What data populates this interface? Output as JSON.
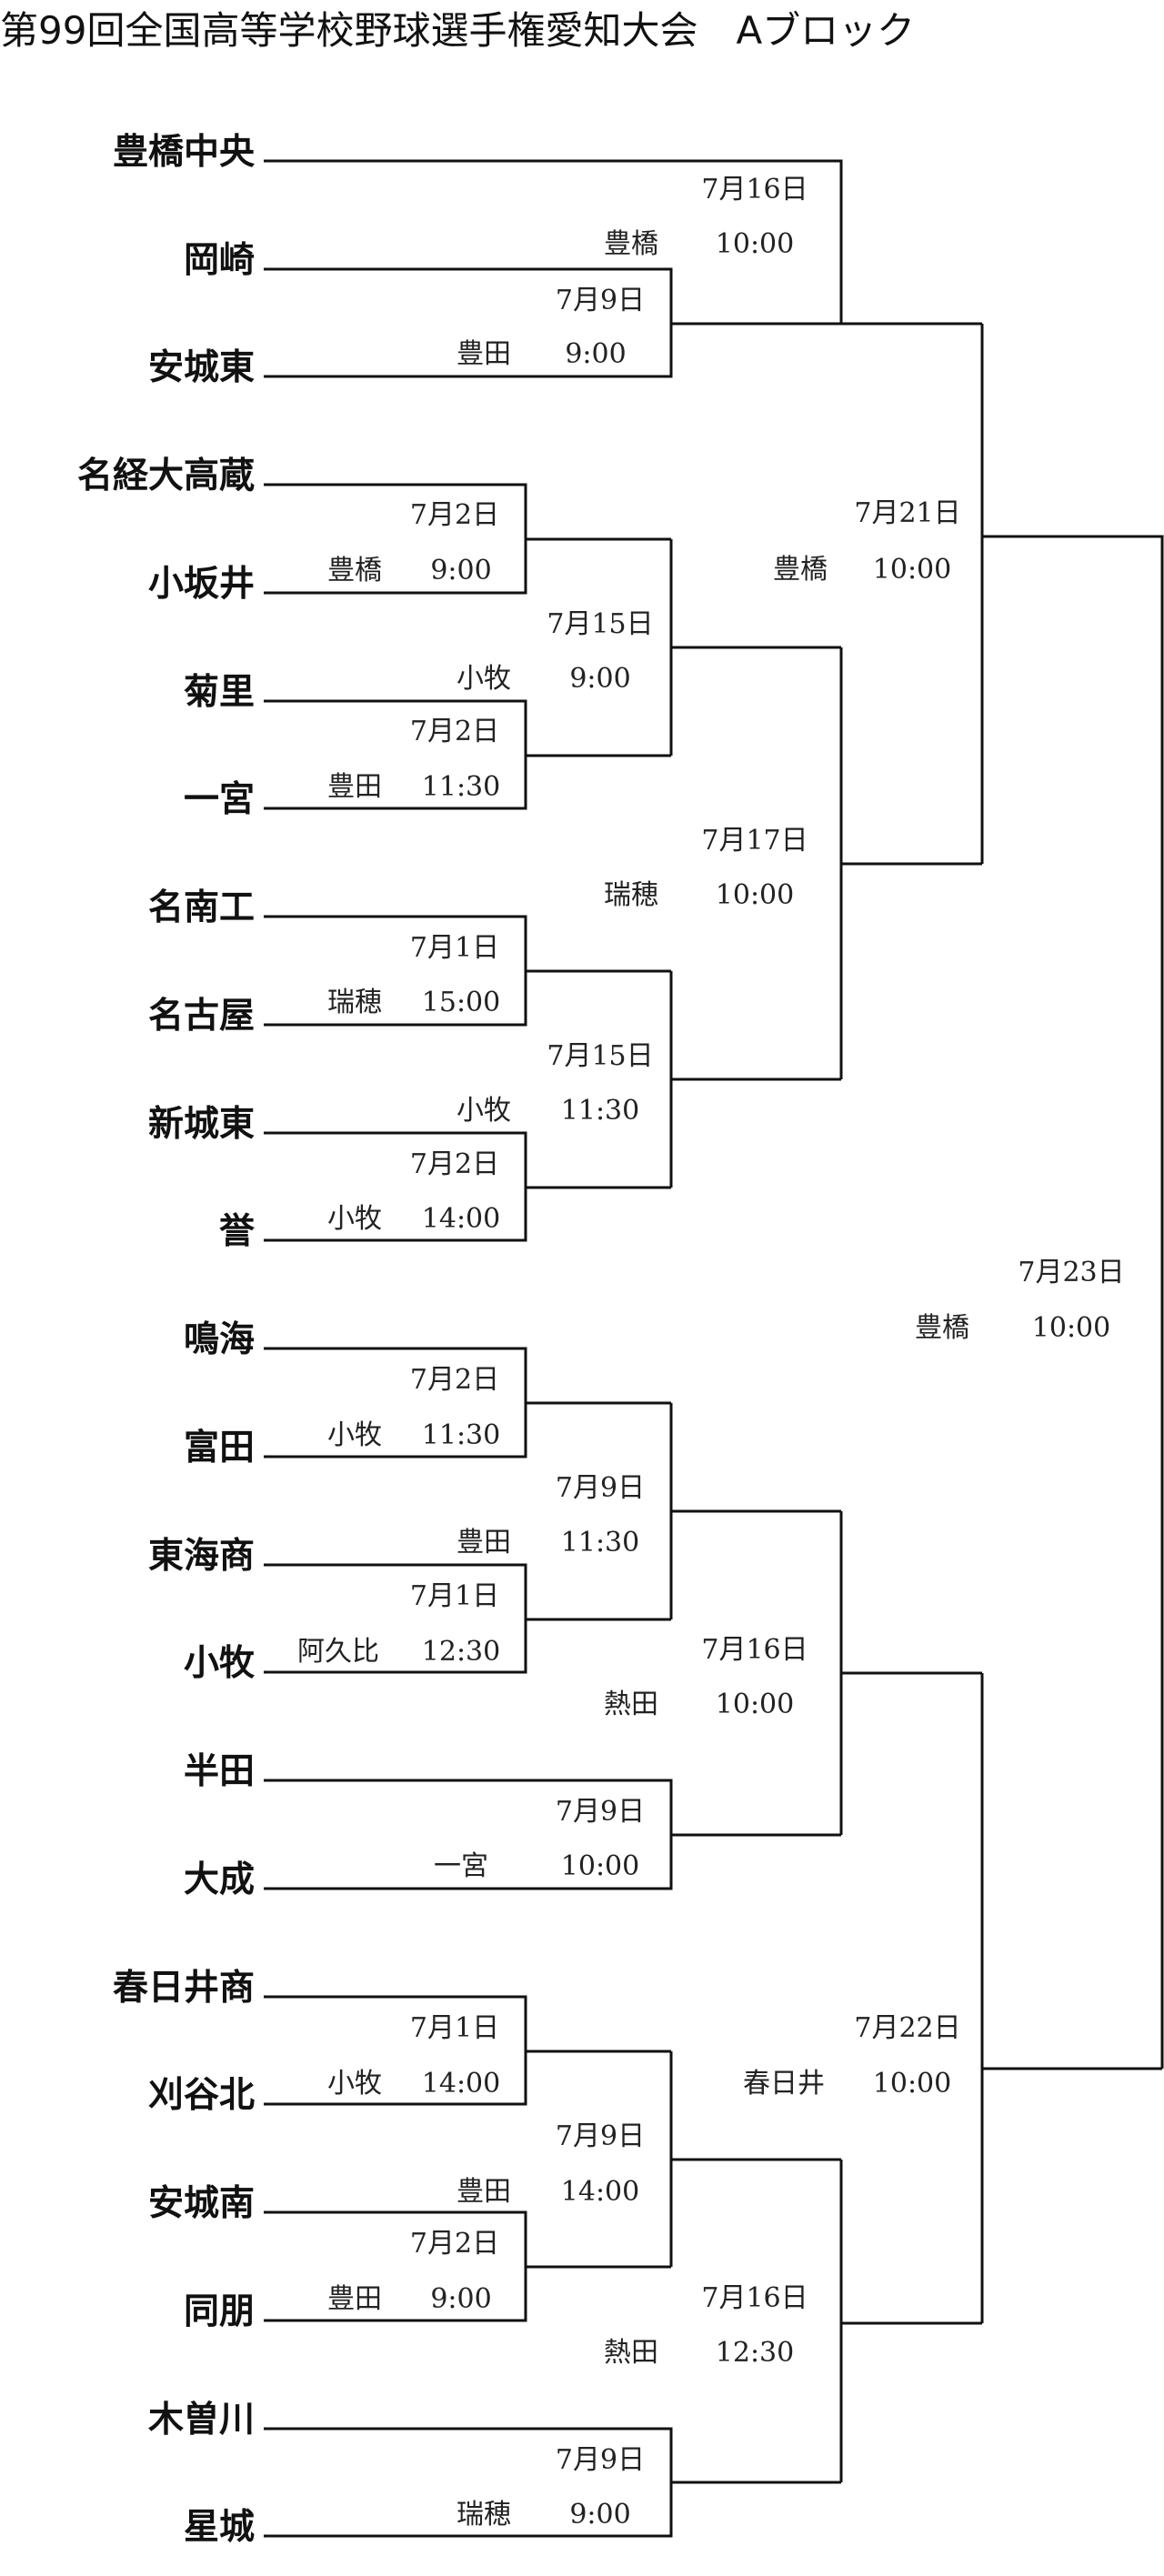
{
  "title": "第99回全国高等学校野球選手権愛知大会　Aブロック",
  "teams": [
    "豊橋中央",
    "岡崎",
    "安城東",
    "名経大高蔵",
    "小坂井",
    "菊里",
    "一宮",
    "名南工",
    "名古屋",
    "新城東",
    "誉",
    "鳴海",
    "富田",
    "東海商",
    "小牧",
    "半田",
    "大成",
    "春日井商",
    "刈谷北",
    "安城南",
    "同朋",
    "木曽川",
    "星城"
  ],
  "games": {
    "g_okazaki": {
      "date": "7月9日",
      "venue": "豊田",
      "time": "9:00"
    },
    "g_toyochuo": {
      "date": "7月16日",
      "venue": "豊橋",
      "time": "10:00"
    },
    "g_meikei": {
      "date": "7月2日",
      "venue": "豊橋",
      "time": "9:00"
    },
    "g_kikuri": {
      "date": "7月2日",
      "venue": "豊田",
      "time": "11:30"
    },
    "g_q_r2a": {
      "date": "7月15日",
      "venue": "小牧",
      "time": "9:00"
    },
    "g_meinan": {
      "date": "7月1日",
      "venue": "瑞穂",
      "time": "15:00"
    },
    "g_shinjo": {
      "date": "7月2日",
      "venue": "小牧",
      "time": "14:00"
    },
    "g_q_r2b": {
      "date": "7月15日",
      "venue": "小牧",
      "time": "11:30"
    },
    "g_q_r3": {
      "date": "7月17日",
      "venue": "瑞穂",
      "time": "10:00"
    },
    "g_semi_top": {
      "date": "7月21日",
      "venue": "豊橋",
      "time": "10:00"
    },
    "g_narumi": {
      "date": "7月2日",
      "venue": "小牧",
      "time": "11:30"
    },
    "g_tokai": {
      "date": "7月1日",
      "venue": "阿久比",
      "time": "12:30"
    },
    "g_q_r2c": {
      "date": "7月9日",
      "venue": "豊田",
      "time": "11:30"
    },
    "g_handa": {
      "date": "7月9日",
      "venue": "一宮",
      "time": "10:00"
    },
    "g_q_r3b": {
      "date": "7月16日",
      "venue": "熱田",
      "time": "10:00"
    },
    "g_kasugai": {
      "date": "7月1日",
      "venue": "小牧",
      "time": "14:00"
    },
    "g_anjominami": {
      "date": "7月2日",
      "venue": "豊田",
      "time": "9:00"
    },
    "g_q_r2d": {
      "date": "7月9日",
      "venue": "豊田",
      "time": "14:00"
    },
    "g_kisogawa": {
      "date": "7月9日",
      "venue": "瑞穂",
      "time": "9:00"
    },
    "g_q_r3c": {
      "date": "7月16日",
      "venue": "熱田",
      "time": "12:30"
    },
    "g_semi_bot": {
      "date": "7月22日",
      "venue": "春日井",
      "time": "10:00"
    },
    "g_final": {
      "date": "7月23日",
      "venue": "豊橋",
      "time": "10:00"
    }
  }
}
